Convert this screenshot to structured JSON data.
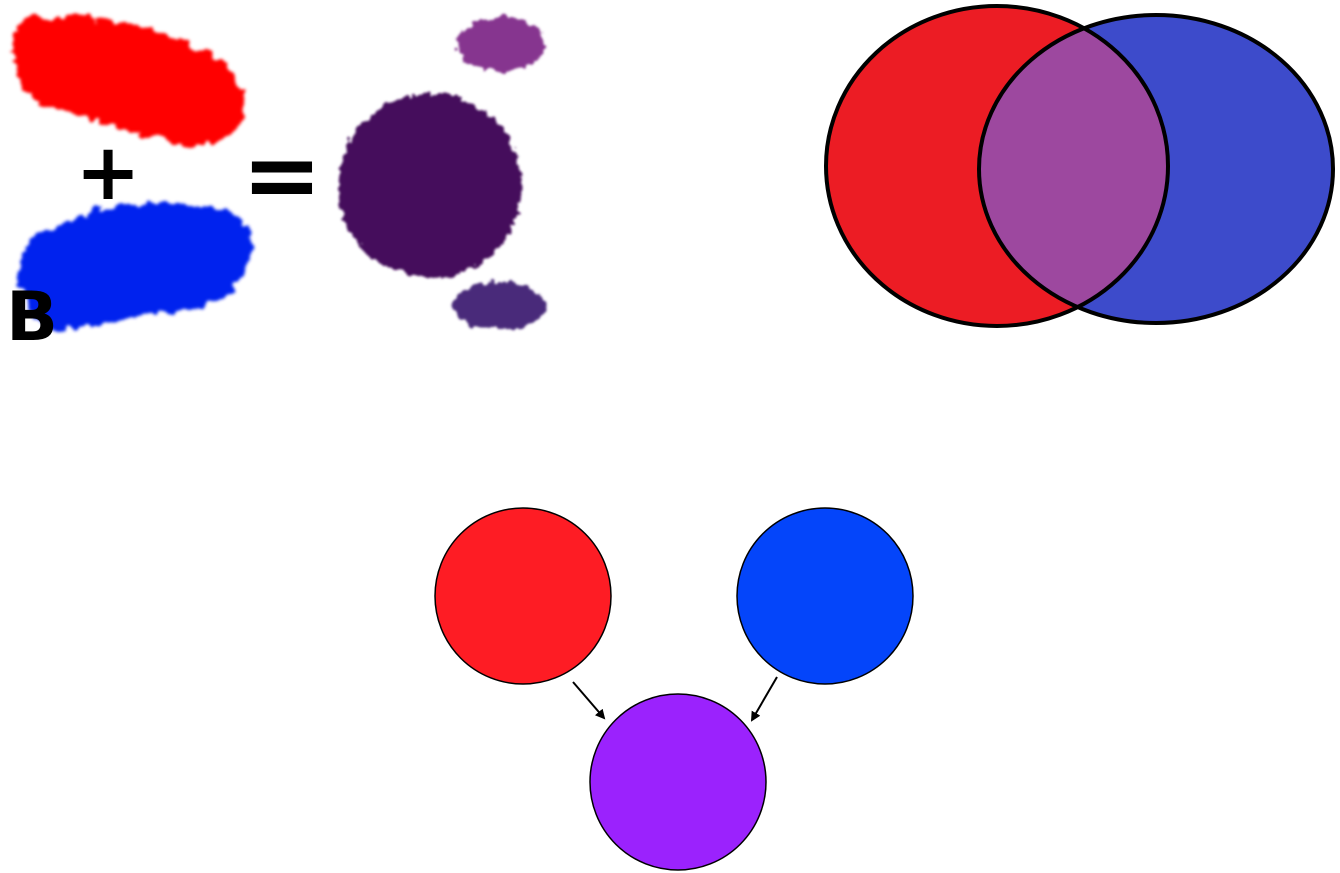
{
  "colors": {
    "red": "#ec1c24",
    "blue": "#3d4bcb",
    "purple_mix": "#9d489f",
    "paint_red": "#ff0000",
    "paint_blue": "#0022ee",
    "paint_purple": "#44105c",
    "paint_purple_light": "#86358f",
    "paint_purple_dark": "#4a2a7a",
    "circle_red": "#fe1c24",
    "circle_blue": "#0445fa",
    "circle_purple": "#9b22fd",
    "stroke": "#000000"
  },
  "paint_panel": {
    "plus_symbol": "+",
    "equals_symbol": "=",
    "panel_letter": "B",
    "inputs": [
      {
        "name": "red-paint-smear",
        "color_key": "paint_red"
      },
      {
        "name": "blue-paint-smear",
        "color_key": "paint_blue"
      }
    ],
    "result": {
      "name": "purple-paint-blob",
      "color_key": "paint_purple"
    }
  },
  "venn_panel": {
    "sets": [
      {
        "name": "red-set",
        "color_key": "red"
      },
      {
        "name": "blue-set",
        "color_key": "blue"
      }
    ],
    "overlap": {
      "name": "purple-overlap",
      "color_key": "purple_mix"
    }
  },
  "flow_panel": {
    "sources": [
      {
        "name": "red-circle",
        "color_key": "circle_red"
      },
      {
        "name": "blue-circle",
        "color_key": "circle_blue"
      }
    ],
    "result": {
      "name": "purple-circle",
      "color_key": "circle_purple"
    }
  }
}
